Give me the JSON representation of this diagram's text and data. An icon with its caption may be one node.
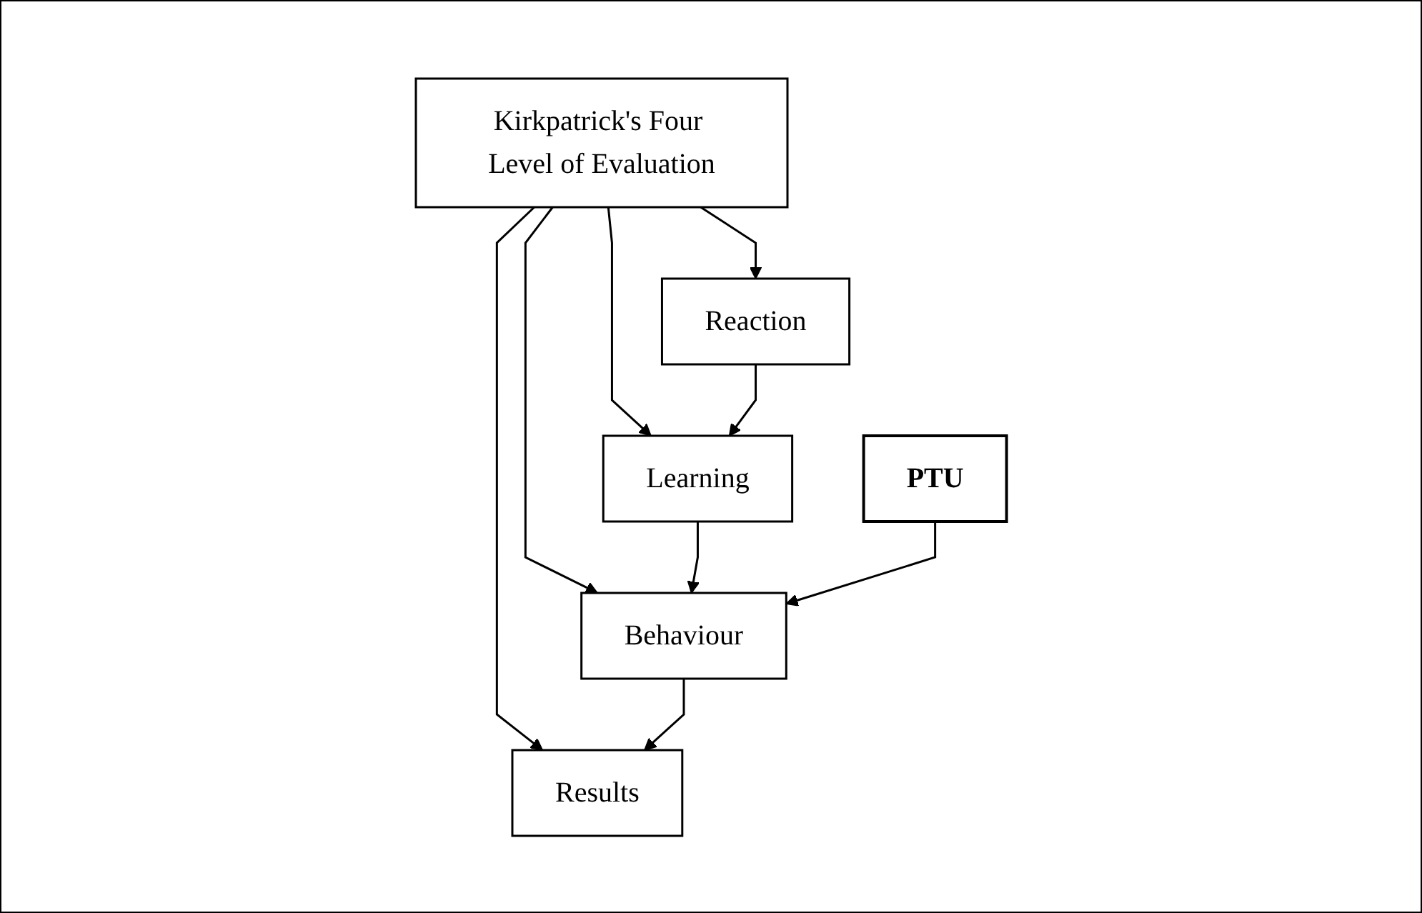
{
  "diagram": {
    "nodes": [
      {
        "text": [
          "Kirkpatrick's Four Level of Evaluation"
        ]
      },
      {
        "text": [
          "Reaction"
        ]
      },
      {
        "text": [
          "Learning"
        ]
      },
      {
        "text": [
          "Behaviour"
        ]
      },
      {
        "text": [
          "Results"
        ]
      },
      {
        "text": [
          "PTU"
        ]
      }
    ],
    "edges": [
      {
        "from": 0,
        "to": 1,
        "arrow": "to"
      },
      {
        "from": 0,
        "to": 2,
        "arrow": "to"
      },
      {
        "from": 0,
        "to": 3,
        "arrow": "to"
      },
      {
        "from": 0,
        "to": 4,
        "arrow": "to"
      },
      {
        "from": 1,
        "to": 2,
        "arrow": "to"
      },
      {
        "from": 2,
        "to": 3,
        "arrow": "to"
      },
      {
        "from": 3,
        "to": 4,
        "arrow": "to"
      },
      {
        "from": 5,
        "to": 3,
        "arrow": "to"
      }
    ]
  }
}
